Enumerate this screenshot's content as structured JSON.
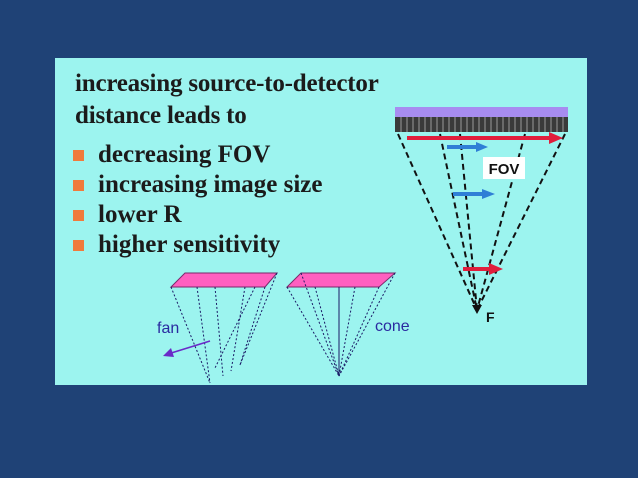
{
  "heading": {
    "line1": "increasing source-to-detector",
    "line2": "distance leads to"
  },
  "bullets": [
    {
      "text": "decreasing FOV"
    },
    {
      "text": "increasing image size"
    },
    {
      "text": "lower R"
    },
    {
      "text": "higher sensitivity"
    }
  ],
  "labels": {
    "fov": "FOV",
    "focus": "F",
    "fan": "fan",
    "cone": "cone"
  },
  "colors": {
    "page_background": "#1f4276",
    "slide_background": "#9cf4ef",
    "bullet": "#f07a3c",
    "detector_bar": "#a78cf0",
    "collimator": "#3a3a3a",
    "arrow_red": "#e01e3c",
    "arrow_blue": "#2f7fd6",
    "plane_pink": "#ff5fc0",
    "label_blue": "#2a2aa0"
  }
}
